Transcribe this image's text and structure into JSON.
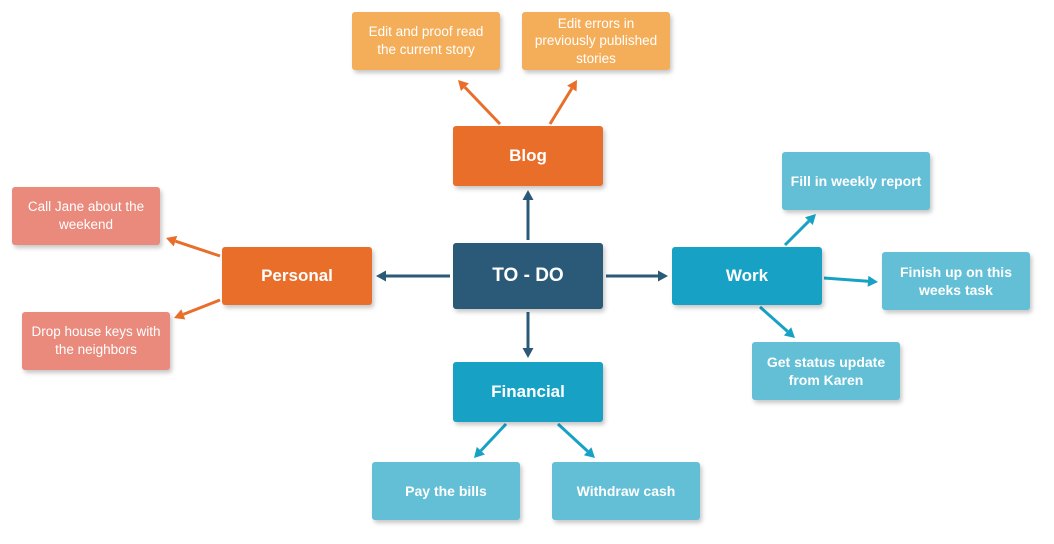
{
  "colors": {
    "center": "#2b5a78",
    "orange": "#e86e2a",
    "light_orange": "#f4ae5a",
    "salmon": "#e98a7c",
    "blue": "#17a2c5",
    "light_blue": "#62bfd6"
  },
  "nodes": {
    "center": {
      "label": "TO - DO"
    },
    "blog": {
      "label": "Blog"
    },
    "personal": {
      "label": "Personal"
    },
    "work": {
      "label": "Work"
    },
    "financial": {
      "label": "Financial"
    },
    "blog_edit_proof": {
      "label": "Edit and proof read the current story"
    },
    "blog_edit_errors": {
      "label": "Edit errors in previously published stories"
    },
    "personal_call_jane": {
      "label": "Call Jane about the weekend"
    },
    "personal_drop_keys": {
      "label": "Drop house keys with the neighbors"
    },
    "work_weekly_report": {
      "label": "Fill in weekly report"
    },
    "work_finish_task": {
      "label": "Finish up on this weeks task"
    },
    "work_status_update": {
      "label": "Get status update from Karen"
    },
    "financial_pay_bills": {
      "label": "Pay the bills"
    },
    "financial_withdraw": {
      "label": "Withdraw cash"
    }
  }
}
